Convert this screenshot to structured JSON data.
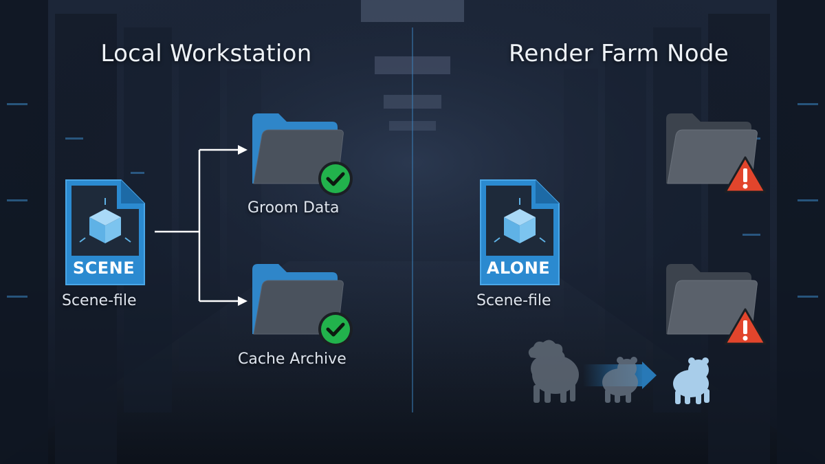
{
  "left_panel": {
    "title": "Local Workstation",
    "scene_file": {
      "tag": "SCENE",
      "label": "Scene-file"
    },
    "groom_folder": {
      "label": "Groom Data",
      "status": "ok"
    },
    "cache_folder": {
      "label": "Cache Archive",
      "status": "ok"
    }
  },
  "right_panel": {
    "title": "Render Farm Node",
    "scene_file": {
      "tag": "ALONE",
      "label": "Scene-file"
    },
    "folder_top": {
      "status": "warning"
    },
    "folder_bottom": {
      "status": "warning"
    },
    "animal_sequence": [
      "maned-lion-icon",
      "faded-cub-icon",
      "bald-cub-icon"
    ]
  },
  "colors": {
    "background": "#141c2b",
    "file_blue": "#2b8ad0",
    "file_dark": "#1e2a3a",
    "folder_blue": "#2f86c9",
    "folder_gray": "#4a525d",
    "check_green": "#22b24c",
    "warning_red": "#e2452c",
    "divider": "#3a7fb8"
  }
}
